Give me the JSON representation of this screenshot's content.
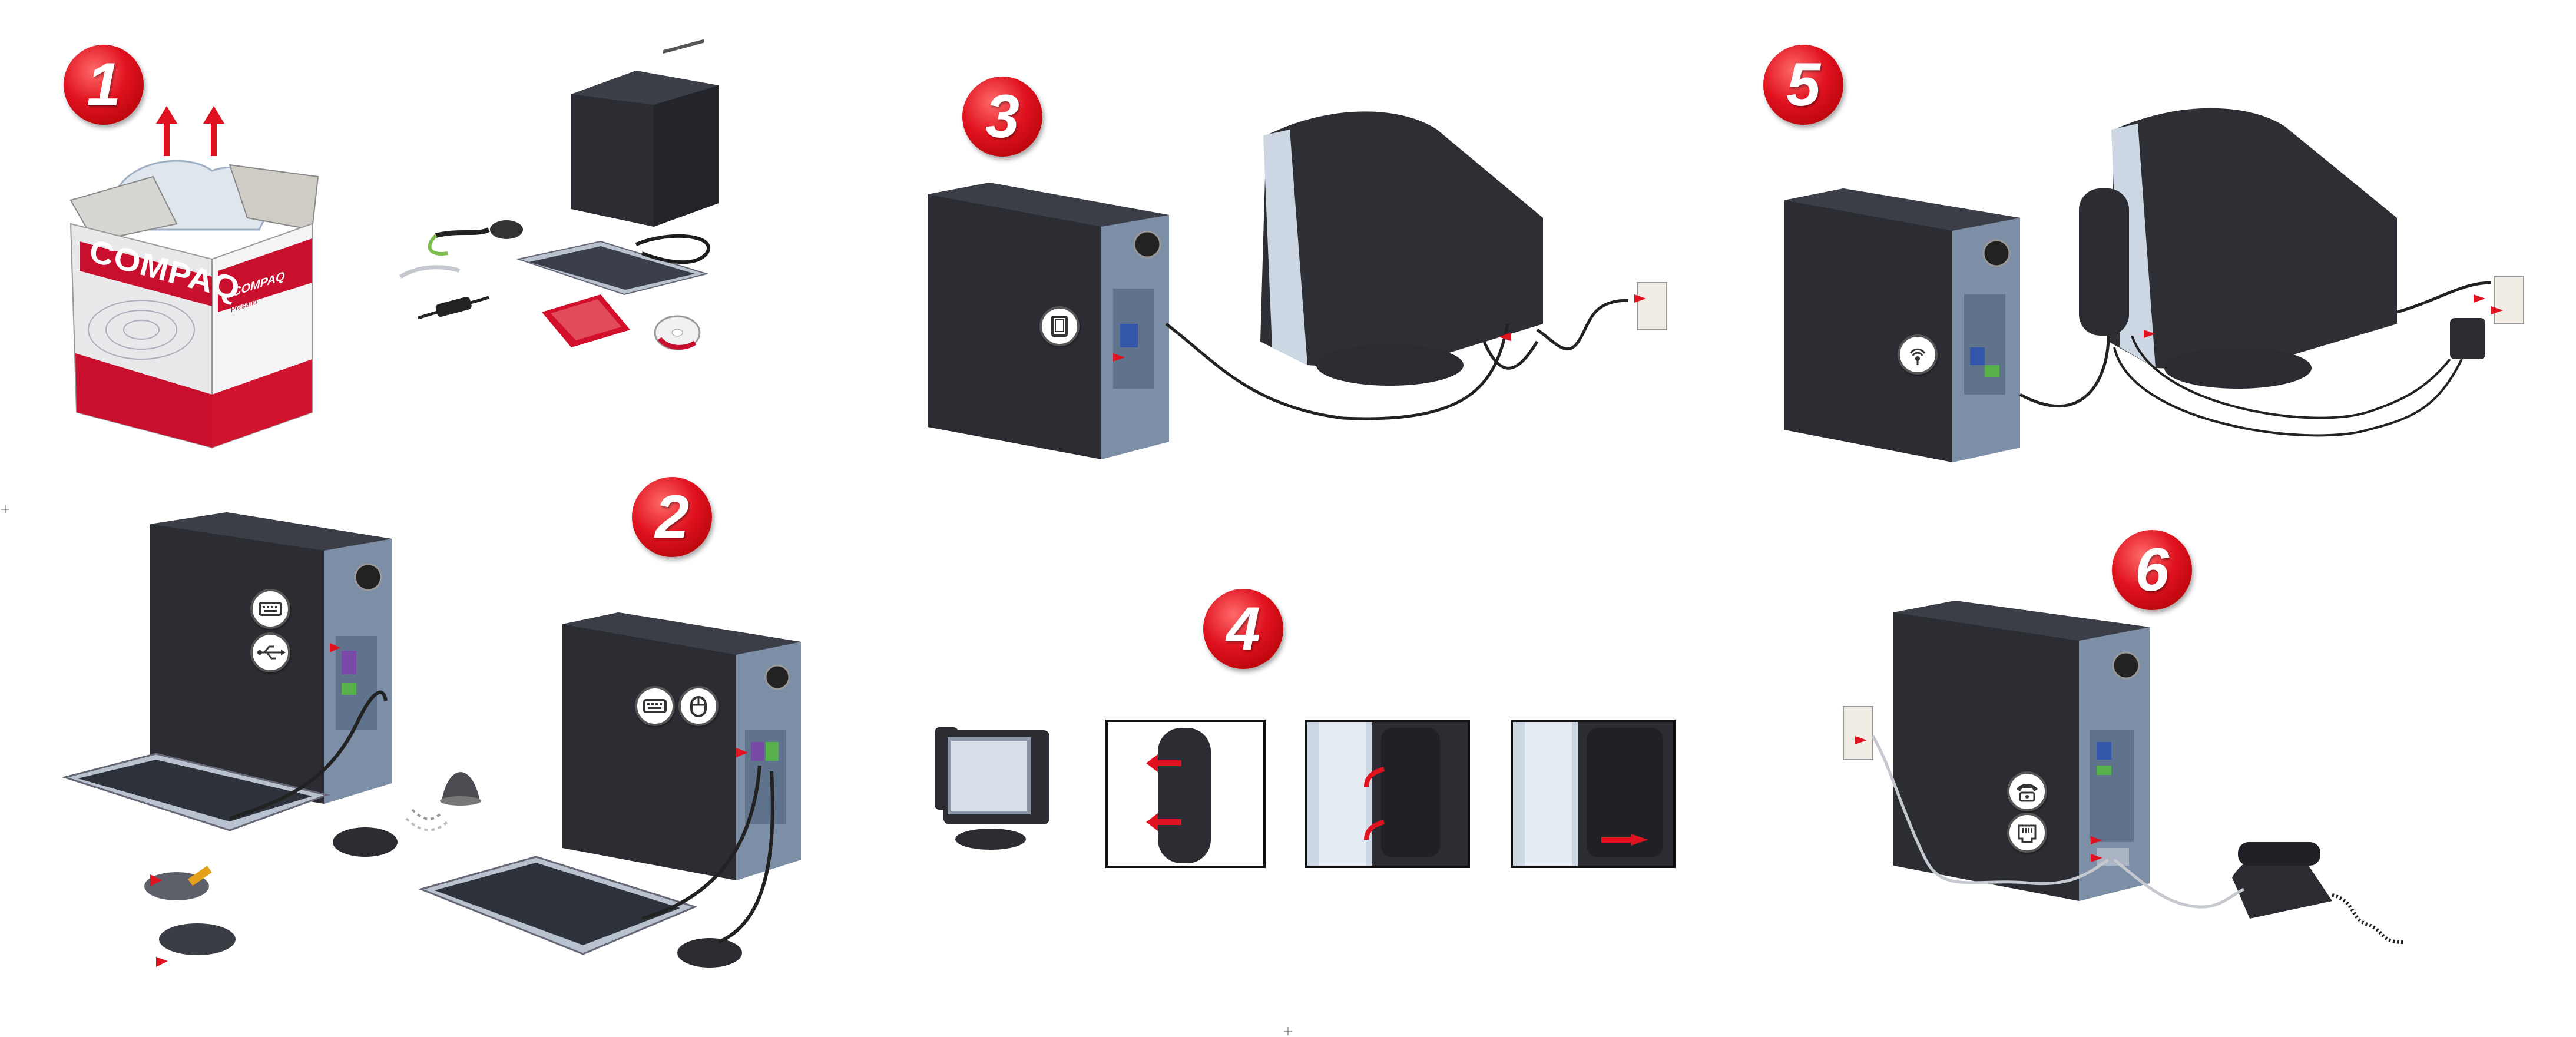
{
  "steps": {
    "s1": "1",
    "s2": "2",
    "s3": "3",
    "s4": "4",
    "s5": "5",
    "s6": "6"
  },
  "box": {
    "brand": "COMPAQ",
    "side_brand": "COMPAQ",
    "side_subtitle": "Presario"
  },
  "colors": {
    "badge_red": "#e0121f",
    "arrow_red": "#e0121f",
    "case_dark": "#2b2d33",
    "rear_panel": "#7d8fa6",
    "keyboard_silver": "#b9c3cf",
    "cable": "#222222"
  },
  "icons": {
    "step3_port": "monitor-port-icon",
    "step2_ports": [
      "keyboard-port-icon",
      "usb-icon",
      "keyboard-port-icon",
      "mouse-port-icon"
    ],
    "step5_port": "speaker-audio-icon",
    "step6_ports": [
      "telephone-icon",
      "network-jack-icon"
    ]
  }
}
